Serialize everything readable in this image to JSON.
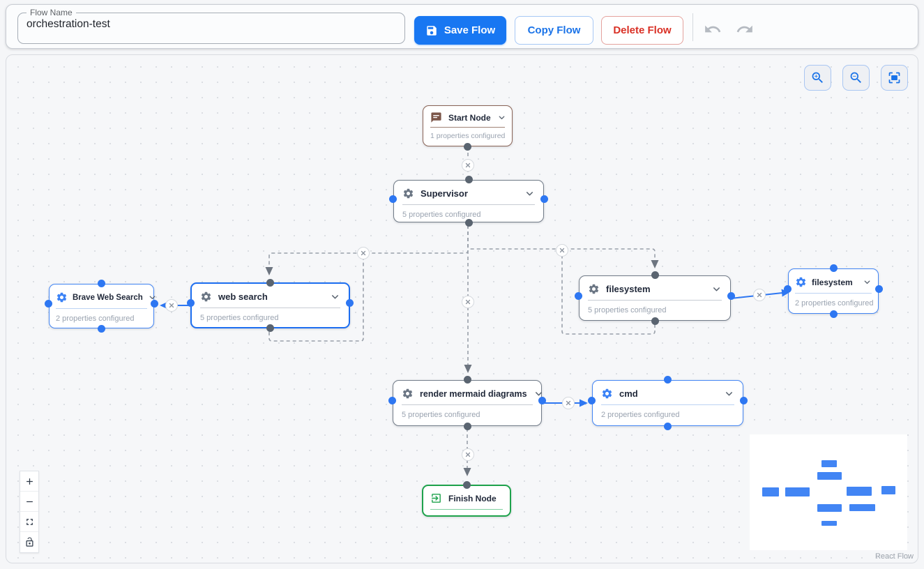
{
  "toolbar": {
    "flow_name_label": "Flow Name",
    "flow_name_value": "orchestration-test",
    "save_label": "Save Flow",
    "copy_label": "Copy Flow",
    "delete_label": "Delete Flow"
  },
  "canvas": {
    "nodes": [
      {
        "id": "start",
        "title": "Start Node",
        "subtitle": "1 properties configured",
        "icon": "chat-icon"
      },
      {
        "id": "supervisor",
        "title": "Supervisor",
        "subtitle": "5 properties configured",
        "icon": "gear-icon"
      },
      {
        "id": "brave",
        "title": "Brave Web Search",
        "subtitle": "2 properties configured",
        "icon": "gear-icon"
      },
      {
        "id": "websearch",
        "title": "web search",
        "subtitle": "5 properties configured",
        "icon": "gear-icon"
      },
      {
        "id": "filesystem",
        "title": "filesystem",
        "subtitle": "5 properties configured",
        "icon": "gear-icon"
      },
      {
        "id": "filesystem2",
        "title": "filesystem",
        "subtitle": "2 properties configured",
        "icon": "gear-icon"
      },
      {
        "id": "mermaid",
        "title": "render mermaid diagrams",
        "subtitle": "5 properties configured",
        "icon": "gear-icon"
      },
      {
        "id": "cmd",
        "title": "cmd",
        "subtitle": "2 properties configured",
        "icon": "gear-icon"
      },
      {
        "id": "finish",
        "title": "Finish Node",
        "subtitle": "",
        "icon": "exit-icon"
      }
    ],
    "edges": [
      {
        "source": "start",
        "target": "supervisor",
        "style": "dashed"
      },
      {
        "source": "supervisor",
        "target": "websearch",
        "style": "dashed"
      },
      {
        "source": "websearch",
        "target": "supervisor",
        "style": "dashed"
      },
      {
        "source": "supervisor",
        "target": "filesystem",
        "style": "dashed"
      },
      {
        "source": "filesystem",
        "target": "supervisor",
        "style": "dashed"
      },
      {
        "source": "supervisor",
        "target": "mermaid",
        "style": "dashed"
      },
      {
        "source": "mermaid",
        "target": "finish",
        "style": "dashed"
      },
      {
        "source": "websearch",
        "target": "brave",
        "style": "solid-blue"
      },
      {
        "source": "filesystem",
        "target": "filesystem2",
        "style": "solid-blue"
      },
      {
        "source": "mermaid",
        "target": "cmd",
        "style": "solid-blue"
      }
    ],
    "attribution": "React Flow"
  },
  "colors": {
    "accent_blue": "#1877f2",
    "danger_red": "#d93025",
    "node_gray_border": "#717b88",
    "node_blue_border": "#4285f4",
    "node_selected_border": "#1d6ef0",
    "node_start_border": "#8a6457",
    "node_finish_border": "#1ea24c",
    "edge_dashed": "#99a0aa",
    "edge_blue": "#2e77f2",
    "minimap_node": "#4285f4"
  }
}
